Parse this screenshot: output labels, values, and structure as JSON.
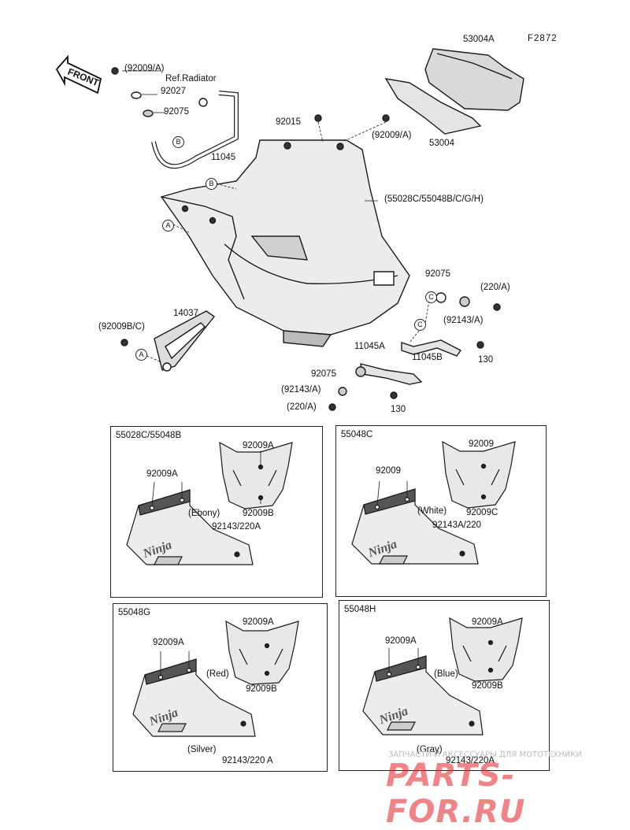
{
  "figure_code": "F2872",
  "front_label": "FRONT",
  "main": {
    "labels": {
      "p53004A": "53004A",
      "p53004": "53004",
      "p92009A_top": "(92009/A)",
      "ref_radiator": "Ref.Radiator",
      "p92027": "92027",
      "p92075_top": "92075",
      "p11045": "11045",
      "p92015": "92015",
      "p92009A_right": "(92009/A)",
      "p55028C": "(55028C/55048B/C/G/H)",
      "p14037": "14037",
      "p92009BC": "(92009B/C)",
      "p92075_right": "92075",
      "p220A_right": "(220/A)",
      "p92143A_right": "(92143/A)",
      "p11045A": "11045A",
      "p11045B": "11045B",
      "p130_right": "130",
      "p92075_low": "92075",
      "p92143A_low": "(92143/A)",
      "p220A_low": "(220/A)",
      "p130_low": "130"
    },
    "callouts": {
      "A": "A",
      "B": "B",
      "C": "C"
    }
  },
  "panels": [
    {
      "title": "55028C/55048B",
      "top_clip": "92009A",
      "bottom_clip": "92009B",
      "side_clip": "92009A",
      "color": "(Ebony)",
      "fastener": "92143/220A"
    },
    {
      "title": "55048C",
      "top_clip": "92009",
      "bottom_clip": "92009C",
      "side_clip": "92009",
      "color": "(White)",
      "fastener": "92143A/220"
    },
    {
      "title": "55048G",
      "top_clip": "92009A",
      "bottom_clip": "92009B",
      "side_clip": "92009A",
      "color": "(Red)",
      "color2": "(Silver)",
      "fastener": "92143/220 A"
    },
    {
      "title": "55048H",
      "top_clip": "92009A",
      "bottom_clip": "92009B",
      "side_clip": "92009A",
      "color": "(Blue)",
      "color2": "(Gray)",
      "fastener": "92143/220A"
    }
  ],
  "watermark": {
    "line1": "ЗАПЧАСТИ И АКСЕССУАРЫ ДЛЯ МОТОТЕХНИКИ",
    "brand": "PARTS-FOR.RU",
    "color": "#e31e24"
  }
}
